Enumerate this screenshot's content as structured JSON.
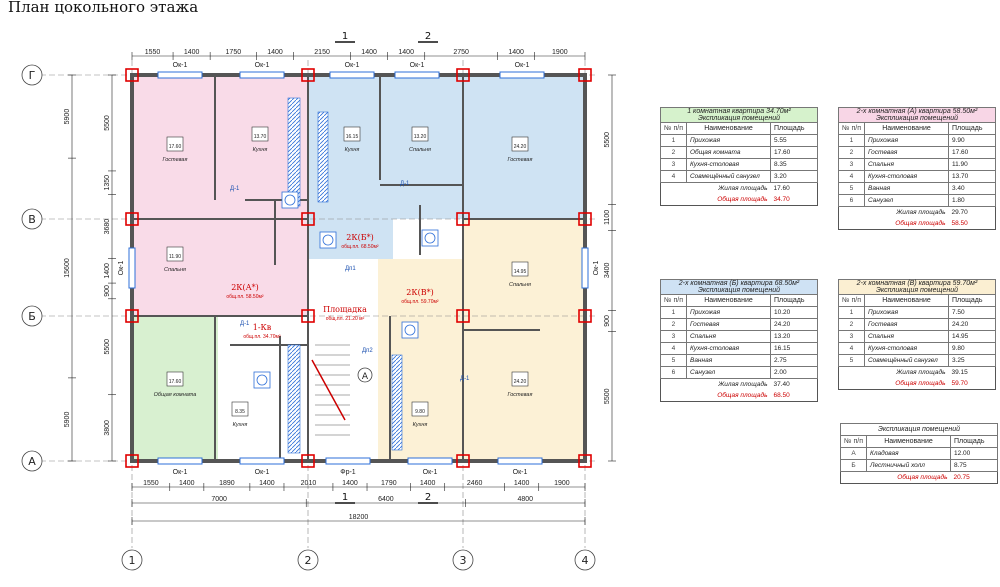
{
  "title": "План цокольного этажа",
  "colors": {
    "pink": "#f9dbe8",
    "blue": "#cfe3f3",
    "green": "#d8f0d0",
    "yellow": "#fcf1d6",
    "wall": "#555555",
    "red_marker": "#e00000",
    "dim": "#222222",
    "hatch": "#2e6fd8"
  },
  "axes": {
    "letters": [
      "Г",
      "В",
      "Б",
      "А"
    ],
    "numbers": [
      "1",
      "2",
      "3",
      "4"
    ]
  },
  "section_marks": [
    "1",
    "2"
  ],
  "dims": {
    "top": [
      "1550",
      "1400",
      "1750",
      "1400",
      "2150",
      "1400",
      "1400",
      "2750",
      "1400",
      "1900"
    ],
    "bottom1": [
      "1550",
      "1400",
      "1890",
      "1400",
      "2010",
      "1400",
      "1790",
      "1400",
      "2460",
      "1400",
      "1900"
    ],
    "bottom2": [
      "7000",
      "6400",
      "4800"
    ],
    "bottom3": "18200",
    "left_outer": [
      "5900",
      "15600",
      "5900"
    ],
    "left_inner": [
      "5500",
      "1350",
      "3680",
      "1400",
      "900",
      "5500",
      "3800"
    ],
    "right": [
      "5500",
      "1100",
      "3400",
      "900",
      "5500"
    ]
  },
  "windows": {
    "ok": "Ок-1",
    "fr": "Фр-1"
  },
  "rooms": [
    {
      "area": "17.60",
      "label": "Гостевая"
    },
    {
      "area": "13.70",
      "label": "Кухня"
    },
    {
      "area": "16.15",
      "label": "Кухня"
    },
    {
      "area": "13.20",
      "label": "Спальня"
    },
    {
      "area": "24.20",
      "label": "Гостевая"
    },
    {
      "area": "11.90",
      "label": "Спальня"
    },
    {
      "area": "14.95",
      "label": "Спальня"
    },
    {
      "area": "17.60",
      "label": "Общая комната"
    },
    {
      "area": "24.20",
      "label": "Гостевая"
    },
    {
      "area": "8.35",
      "label": "Кухня"
    },
    {
      "area": "9.80",
      "label": "Кухня"
    }
  ],
  "apt_labels": [
    {
      "name": "2К(А*)",
      "area": "общ.пл. 58.50м²"
    },
    {
      "name": "2К(Б*)",
      "area": "общ.пл. 68.50м²"
    },
    {
      "name": "2К(В*)",
      "area": "общ.пл. 59.70м²"
    },
    {
      "name": "1-Кв",
      "area": "общ.пл. 34.70м²"
    },
    {
      "name": "Площадка",
      "area": "общ.пл. 21.20 м²"
    }
  ],
  "doors": [
    "Д-1",
    "Дп1",
    "Дп2"
  ],
  "axis_A_circle": "А",
  "tables": [
    {
      "title": "1 комнатная квартира 34.70м²",
      "sub": "Экспликация помещений",
      "header": [
        "№ п/п",
        "Наименование",
        "Площадь"
      ],
      "color": "#d6f2cc",
      "rows": [
        [
          "1",
          "Прихожая",
          "5.55"
        ],
        [
          "2",
          "Общая комната",
          "17.60"
        ],
        [
          "3",
          "Кухня-столовая",
          "8.35"
        ],
        [
          "4",
          "Совмещённый санузел",
          "3.20"
        ]
      ],
      "living": {
        "label": "Жилая площадь",
        "value": "17.60"
      },
      "total": {
        "label": "Общая площадь",
        "value": "34.70"
      }
    },
    {
      "title": "2-х комнатная (А) квартира 58.50м²",
      "sub": "Экспликация помещений",
      "header": [
        "№ п/п",
        "Наименование",
        "Площадь"
      ],
      "color": "#f8d6e6",
      "rows": [
        [
          "1",
          "Прихожая",
          "9.90"
        ],
        [
          "2",
          "Гостевая",
          "17.60"
        ],
        [
          "3",
          "Спальня",
          "11.90"
        ],
        [
          "4",
          "Кухня-столовая",
          "13.70"
        ],
        [
          "5",
          "Ванная",
          "3.40"
        ],
        [
          "6",
          "Санузел",
          "1.80"
        ]
      ],
      "living": {
        "label": "Жилая площадь",
        "value": "29.70"
      },
      "total": {
        "label": "Общая площадь",
        "value": "58.50"
      }
    },
    {
      "title": "2-х комнатная (Б) квартира 68.50м²",
      "sub": "Экспликация помещений",
      "header": [
        "№ п/п",
        "Наименование",
        "Площадь"
      ],
      "color": "#cfe2f4",
      "rows": [
        [
          "1",
          "Прихожая",
          "10.20"
        ],
        [
          "2",
          "Гостевая",
          "24.20"
        ],
        [
          "3",
          "Спальня",
          "13.20"
        ],
        [
          "4",
          "Кухня-столовая",
          "16.15"
        ],
        [
          "5",
          "Ванная",
          "2.75"
        ],
        [
          "6",
          "Санузел",
          "2.00"
        ]
      ],
      "living": {
        "label": "Жилая площадь",
        "value": "37.40"
      },
      "total": {
        "label": "Общая площадь",
        "value": "68.50"
      }
    },
    {
      "title": "2-х комнатная (В) квартира 59.70м²",
      "sub": "Экспликация помещений",
      "header": [
        "№ п/п",
        "Наименование",
        "Площадь"
      ],
      "color": "#fbefd2",
      "rows": [
        [
          "1",
          "Прихожая",
          "7.50"
        ],
        [
          "2",
          "Гостевая",
          "24.20"
        ],
        [
          "3",
          "Спальня",
          "14.95"
        ],
        [
          "4",
          "Кухня-столовая",
          "9.80"
        ],
        [
          "5",
          "Совмещённый санузел",
          "3.25"
        ]
      ],
      "living": {
        "label": "Жилая площадь",
        "value": "39.15"
      },
      "total": {
        "label": "Общая площадь",
        "value": "59.70"
      }
    },
    {
      "title": "Экспликация помещений",
      "sub": "",
      "header": [
        "№ п/п",
        "Наименование",
        "Площадь"
      ],
      "color": "#ffffff",
      "rows": [
        [
          "А",
          "Кладовая",
          "12.00"
        ],
        [
          "Б",
          "Лестничный холл",
          "8.75"
        ]
      ],
      "living": null,
      "total": {
        "label": "Общая площадь",
        "value": "20.75"
      }
    }
  ]
}
